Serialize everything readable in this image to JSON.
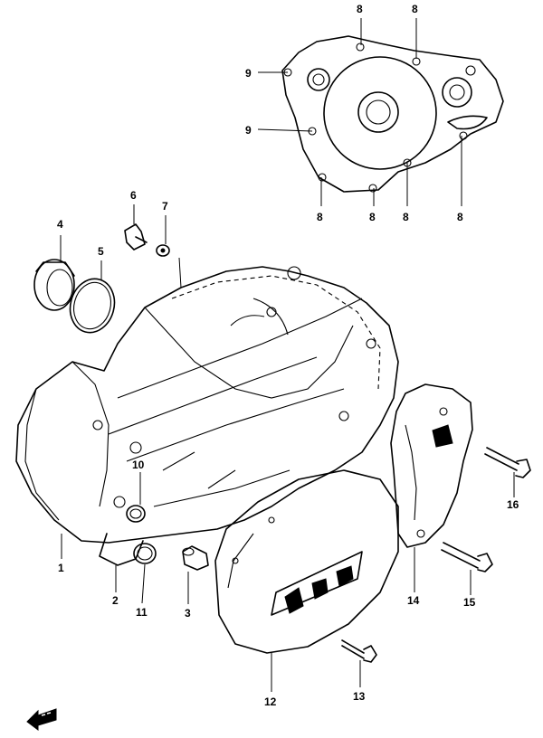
{
  "callouts": [
    {
      "id": "c1",
      "label": "1"
    },
    {
      "id": "c2",
      "label": "2"
    },
    {
      "id": "c3",
      "label": "3"
    },
    {
      "id": "c4",
      "label": "4"
    },
    {
      "id": "c5",
      "label": "5"
    },
    {
      "id": "c6",
      "label": "6"
    },
    {
      "id": "c7",
      "label": "7"
    },
    {
      "id": "c8a",
      "label": "8"
    },
    {
      "id": "c8b",
      "label": "8"
    },
    {
      "id": "c8c",
      "label": "8"
    },
    {
      "id": "c8d",
      "label": "8"
    },
    {
      "id": "c8e",
      "label": "8"
    },
    {
      "id": "c8f",
      "label": "8"
    },
    {
      "id": "c9a",
      "label": "9"
    },
    {
      "id": "c9b",
      "label": "9"
    },
    {
      "id": "c10",
      "label": "10"
    },
    {
      "id": "c11",
      "label": "11"
    },
    {
      "id": "c12",
      "label": "12"
    },
    {
      "id": "c13",
      "label": "13"
    },
    {
      "id": "c14",
      "label": "14"
    },
    {
      "id": "c15",
      "label": "15"
    },
    {
      "id": "c16",
      "label": "16"
    }
  ],
  "front_arrow": {
    "icon": "front-direction-arrow-icon"
  }
}
